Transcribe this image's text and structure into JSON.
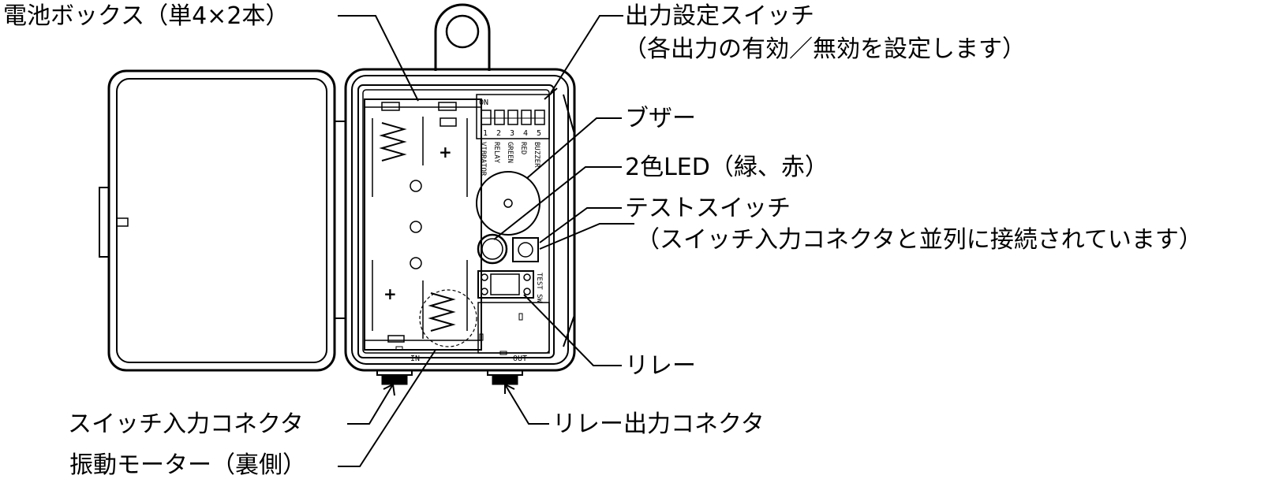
{
  "callouts": {
    "battery_box": "電池ボックス（単4×2本）",
    "output_switch_title": "出力設定スイッチ",
    "output_switch_desc": "（各出力の有効／無効を設定します）",
    "buzzer": "ブザー",
    "led": "2色LED（緑、赤）",
    "test_switch_title": "テストスイッチ",
    "test_switch_desc": "（スイッチ入力コネクタと並列に接続されています）",
    "relay": "リレー",
    "switch_input_connector": "スイッチ入力コネクタ",
    "vibration_motor": "振動モーター（裏側）",
    "relay_output_connector": "リレー出力コネクタ"
  },
  "board": {
    "dip_on_label": "ON",
    "dip_numbers": [
      "1",
      "2",
      "3",
      "4",
      "5"
    ],
    "dip_functions": [
      "VIBRATOR",
      "RELAY",
      "GREEN",
      "RED",
      "BUZZER"
    ],
    "test_sw_label": "TEST SW",
    "in_label": "IN",
    "out_label": "OUT",
    "plus_symbol": "+"
  }
}
